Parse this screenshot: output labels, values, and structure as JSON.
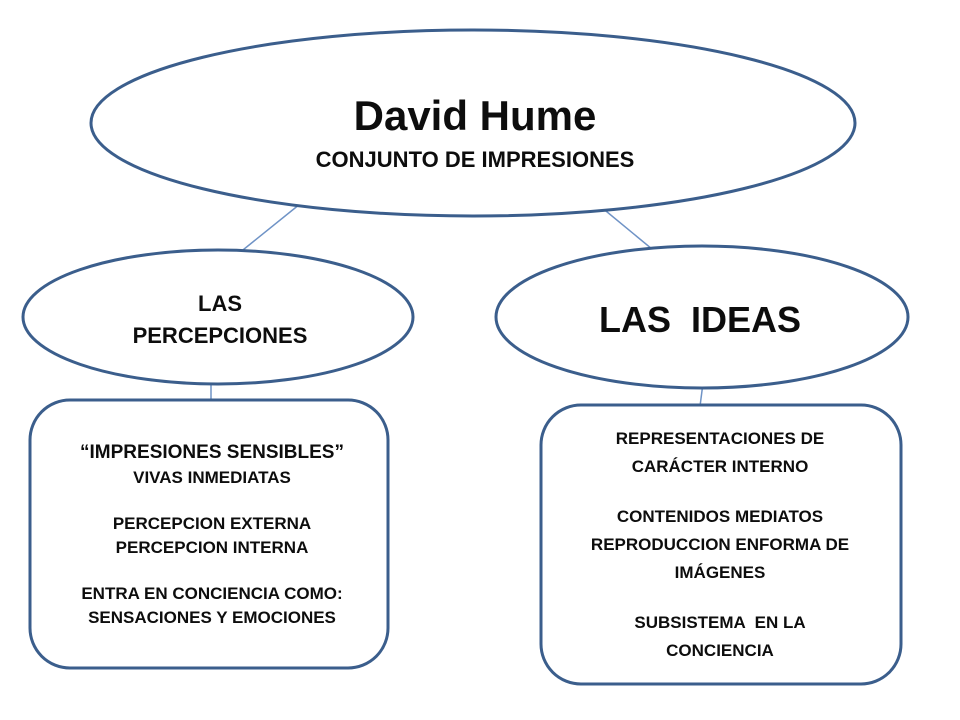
{
  "root": {
    "title": "David Hume",
    "subtitle": "CONJUNTO DE IMPRESIONES"
  },
  "left_node": {
    "lines": [
      "LAS",
      "PERCEPCIONES"
    ]
  },
  "right_node": {
    "label": "LAS  IDEAS"
  },
  "left_box": {
    "line1": "“IMPRESIONES SENSIBLES”",
    "line2": "VIVAS INMEDIATAS",
    "line3": "PERCEPCION EXTERNA",
    "line4": "PERCEPCION INTERNA",
    "line5": "ENTRA EN CONCIENCIA COMO:",
    "line6": "SENSACIONES Y EMOCIONES"
  },
  "right_box": {
    "line1": "REPRESENTACIONES DE",
    "line2": "CARÁCTER INTERNO",
    "line3": "CONTENIDOS MEDIATOS",
    "line4": "REPRODUCCION ENFORMA DE",
    "line5": "IMÁGENES",
    "line6": "SUBSISTEMA  EN LA",
    "line7": "CONCIENCIA"
  },
  "colors": {
    "shape_stroke": "#3b5e8c",
    "arrow": "#6f93c6",
    "text": "#0d0d0d"
  }
}
